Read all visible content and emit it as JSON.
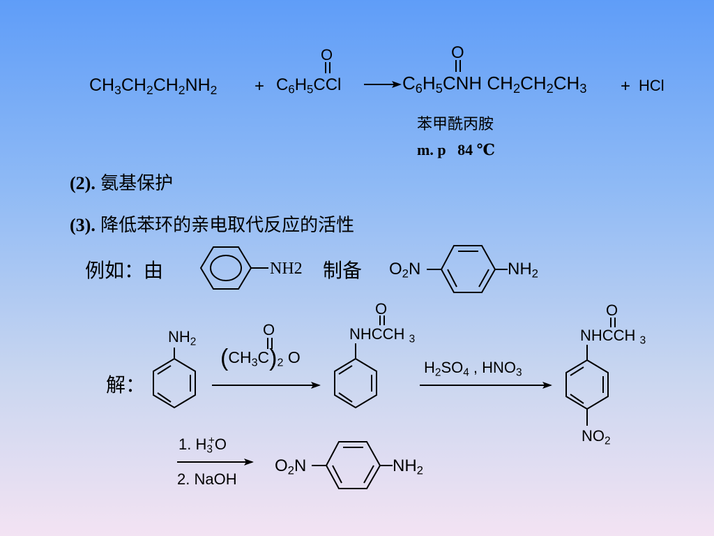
{
  "reaction1": {
    "reactant1": [
      "CH",
      "3",
      "CH",
      "2",
      "CH",
      "2",
      "NH",
      "2"
    ],
    "plus1": "+",
    "reactant2": [
      "C",
      "6",
      "H",
      "5",
      "CCl"
    ],
    "carbonyl_o": "O",
    "product": [
      "C",
      "6",
      "H",
      "5",
      "CNH",
      "CH",
      "2",
      "CH",
      "2",
      "CH",
      "3"
    ],
    "product_carbonyl_o": "O",
    "plus2": "+",
    "byproduct": "HCl",
    "product_name": "苯甲酰丙胺",
    "mp_label": "m. p",
    "mp_value": "84 ℃"
  },
  "points": [
    {
      "num": "(2).",
      "text": "氨基保护"
    },
    {
      "num": "(3).",
      "text": "降低苯环的亲电取代反应的活性"
    }
  ],
  "example": {
    "intro": "例如：由",
    "start_group": "NH2",
    "middle": "制备",
    "target_left": [
      "O",
      "2",
      "N"
    ],
    "target_right": [
      "NH",
      "2"
    ]
  },
  "solution": {
    "label": "解：",
    "aniline_group": [
      "NH",
      "2"
    ],
    "reagent1": [
      "CH",
      "3",
      "C",
      "2",
      "O"
    ],
    "reagent1_o": "O",
    "acetanilide_group": [
      "NHCCH",
      "3"
    ],
    "acetanilide_o": "O",
    "reagent2": [
      "H",
      "2",
      "SO",
      "4",
      " , HNO",
      "3"
    ],
    "nitro_acetanilide_group": [
      "NHCCH",
      "3"
    ],
    "nitro_acetanilide_o": "O",
    "nitro_group": [
      "NO",
      "2"
    ],
    "step3_line1": [
      "1. H",
      "3",
      "+",
      "O"
    ],
    "step3_line2": "2. NaOH",
    "final_left": [
      "O",
      "2",
      "N"
    ],
    "final_right": [
      "NH",
      "2"
    ]
  }
}
